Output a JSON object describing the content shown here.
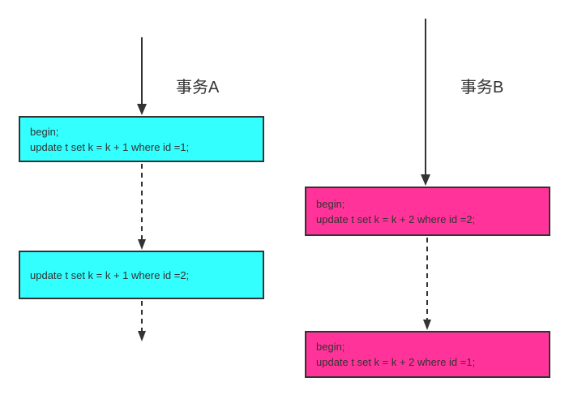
{
  "diagram": {
    "background": "#ffffff",
    "colors": {
      "transaction_a_fill": "#33ffff",
      "transaction_b_fill": "#ff3399",
      "box_border": "#333333",
      "text": "#333333",
      "arrow": "#333333"
    },
    "transaction_a": {
      "label": "事务A",
      "box1_line1": "begin;",
      "box1_line2": "update t set k = k + 1 where id =1;",
      "box2_line1": "update t set k = k + 1 where id =2;"
    },
    "transaction_b": {
      "label": "事务B",
      "box1_line1": "begin;",
      "box1_line2": "update t set k = k + 2 where id =2;",
      "box2_line1": "begin;",
      "box2_line2": "update t set k = k + 2 where id =1;"
    }
  }
}
